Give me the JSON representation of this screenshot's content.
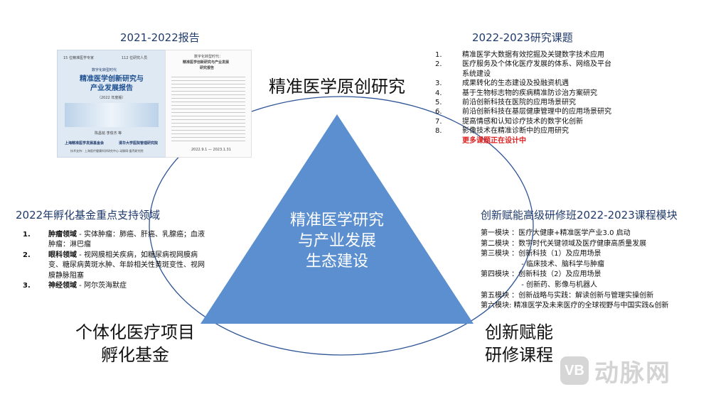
{
  "center": {
    "lines": [
      "精准医学研究",
      "与产业发展",
      "生态建设"
    ]
  },
  "labels": {
    "top": "精准医学原创研究",
    "bottom_left": [
      "个体化医疗项目",
      "孵化基金"
    ],
    "bottom_right": [
      "创新赋能",
      "研修课程"
    ]
  },
  "report": {
    "title": "2021-2022报告",
    "cover": {
      "top_left": "15 位精准医学专家",
      "top_right": "112 位研究人员",
      "series": "数字化转型时代",
      "title": [
        "精准医学创新研究与",
        "产业发展报告"
      ],
      "edition": "（2022 年度版）",
      "authors": "陈昌铭   李俊杰   等",
      "org1": "上海精准医学发展基金会",
      "org2": "清华大学医院管理研究院",
      "footer": "技术支持：上海医疗健康科学研究中心  动脉网·蛋壳研究院"
    },
    "page": {
      "head1": "数字化转型时代：",
      "head2": "精准医学创新研究与产业发展",
      "head3": "研究报告",
      "date": "2022.9.1 — 2023.1.31"
    }
  },
  "research": {
    "title": "2022-2023研究课题",
    "items": [
      {
        "num": "1.",
        "text": "精准医学大数据有效挖掘及关键数字技术应用"
      },
      {
        "num": "2.",
        "text": "医疗服务及个体化医疗发展的体系、网络及平台"
      },
      {
        "num": "",
        "text": "系统建设"
      },
      {
        "num": "3.",
        "text": "成果转化的生态建设及投融资机遇"
      },
      {
        "num": "4.",
        "text": "基于生物标志物的疾病精准防诊治方案研究"
      },
      {
        "num": "5.",
        "text": "前沿创新科技在医院的应用场景研究"
      },
      {
        "num": "6.",
        "text": "前沿创新科技在基层健康管理中的应用场景研究"
      },
      {
        "num": "7.",
        "text": "提高情感和认知诊疗技术的数字化创新"
      },
      {
        "num": "8.",
        "text": "影像技术在精准诊断中的应用研究"
      }
    ],
    "more": "更多课题正在设计中"
  },
  "fund": {
    "title": "2022年孵化基金重点支持领域",
    "items": [
      {
        "num": "1.",
        "label": "肿瘤领域",
        "text": " - 实体肿瘤：肺癌、肝癌、乳腺癌；血液肿瘤：淋巴瘤"
      },
      {
        "num": "2.",
        "label": "眼科领域",
        "text": " - 视网膜相关疾病，如糖尿病视网膜病变、糖尿病黄斑水肿、年龄相关性黄斑变性、视网膜静脉阻塞"
      },
      {
        "num": "3.",
        "label": "神经领域",
        "text": " - 阿尔茨海默症"
      }
    ]
  },
  "course": {
    "title": "创新赋能高级研修班2022-2023课程模块",
    "lines": [
      "第一模块 ：医疗大健康+精准医学产业3.0 启动",
      "第二模块 ：数字时代关键领域及医疗健康高质量发展",
      "第三模块 ：创新科技（1）及应用场景",
      "                  - 临床技术、脑科学与肿瘤",
      "第四模块 ：创新科技（2）及应用场景",
      "                  - 创新药、影像与机器人",
      "第五模块 ：创新战略与实践：解读创新与管理实操创新",
      "第六模块: 精准医学及未来医疗的全球视野与中国实践&创新"
    ]
  },
  "watermark": {
    "logo": "VB",
    "text": "动脉网"
  },
  "colors": {
    "triangle": "#5b8fcf",
    "circle": "#2f5597",
    "title": "#1f3a6b",
    "more": "#e02020",
    "watermark": "#d4d4d4"
  }
}
